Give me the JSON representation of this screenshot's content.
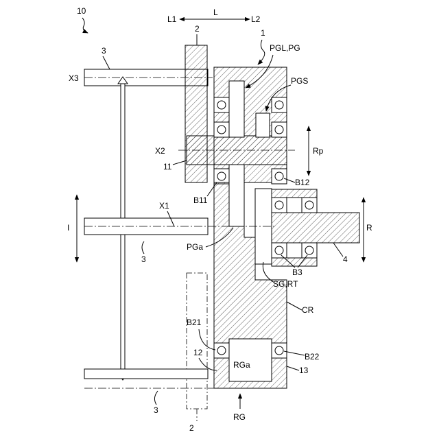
{
  "figure_number": "10",
  "labels": {
    "L1": "L1",
    "L": "L",
    "L2": "L2",
    "ref_1": "1",
    "ref_2_top": "2",
    "ref_2_bottom": "2",
    "ref_3_top": "3",
    "ref_3_mid": "3",
    "ref_3_bottom": "3",
    "ref_4": "4",
    "ref_11": "11",
    "ref_12": "12",
    "ref_13": "13",
    "X1": "X1",
    "X2": "X2",
    "X3": "X3",
    "I": "I",
    "R": "R",
    "Rp": "Rp",
    "PGL_PG": "PGL,PG",
    "PGS": "PGS",
    "PGa": "PGa",
    "B11": "B11",
    "B12": "B12",
    "B21": "B21",
    "B22": "B22",
    "B3": "B3",
    "SG_RT": "SG,RT",
    "CR": "CR",
    "RG": "RG",
    "RGa": "RGa"
  }
}
